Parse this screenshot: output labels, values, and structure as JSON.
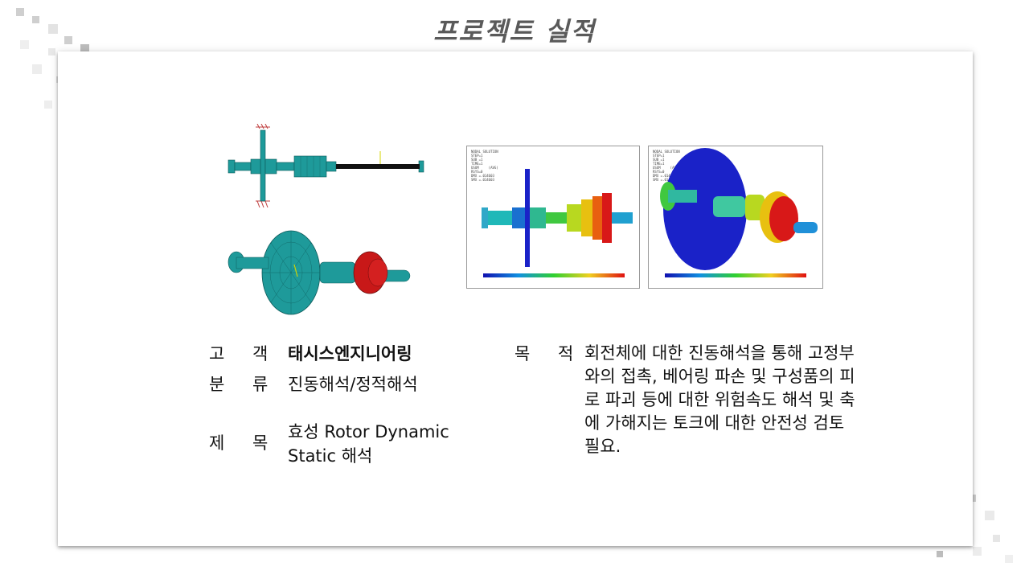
{
  "slide": {
    "title": "프로젝트 실적"
  },
  "info": {
    "customer_label": "고 객",
    "customer_value": "태시스엔지니어링",
    "category_label": "분 류",
    "category_value": "진동해석/정적해석",
    "subject_label": "제 목",
    "subject_value_line1": "효성 Rotor Dynamic",
    "subject_value_line2": "Static 해석",
    "purpose_label": "목 적",
    "purpose_value": "회전체에 대한 진동해석을 통해 고정부와의 접촉, 베어링 파손 및 구성품의 피로 파괴 등에 대한 위험속도 해석 및 축에 가해지는 토크에 대한 안전성 검토 필요."
  },
  "colors": {
    "mesh": "#1e9a9a",
    "mesh_red": "#c81818",
    "title_gray": "#5a5a5a"
  },
  "icons": [
    "rotor-mesh-image",
    "rotor-3d-mesh-image",
    "fea-result-side",
    "fea-result-3d"
  ]
}
